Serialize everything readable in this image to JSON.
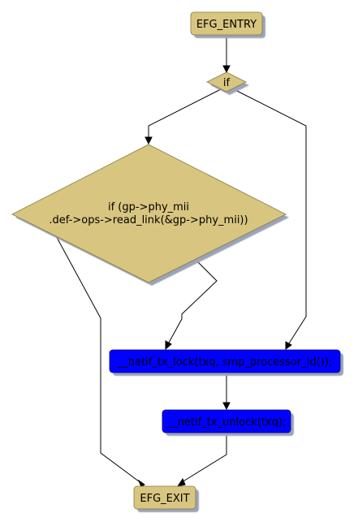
{
  "nodes": {
    "entry": {
      "label": "EFG_ENTRY",
      "color": "#d8c580"
    },
    "if_small": {
      "label": "if",
      "color": "#d8c580"
    },
    "if_big": {
      "line1": "if (gp->phy_mii",
      "line2": ".def->ops->read_link(&gp->phy_mii))",
      "color": "#d8c580"
    },
    "lock": {
      "label": "__netif_tx_lock(txq, smp_processor_id());",
      "color": "#0000ff"
    },
    "unlock": {
      "label": "__netif_tx_unlock(txq);",
      "color": "#0000ff"
    },
    "exit": {
      "label": "EFG_EXIT",
      "color": "#d8c580"
    }
  },
  "colors": {
    "shadow": "#9aa3b8",
    "edge": "#000000"
  }
}
